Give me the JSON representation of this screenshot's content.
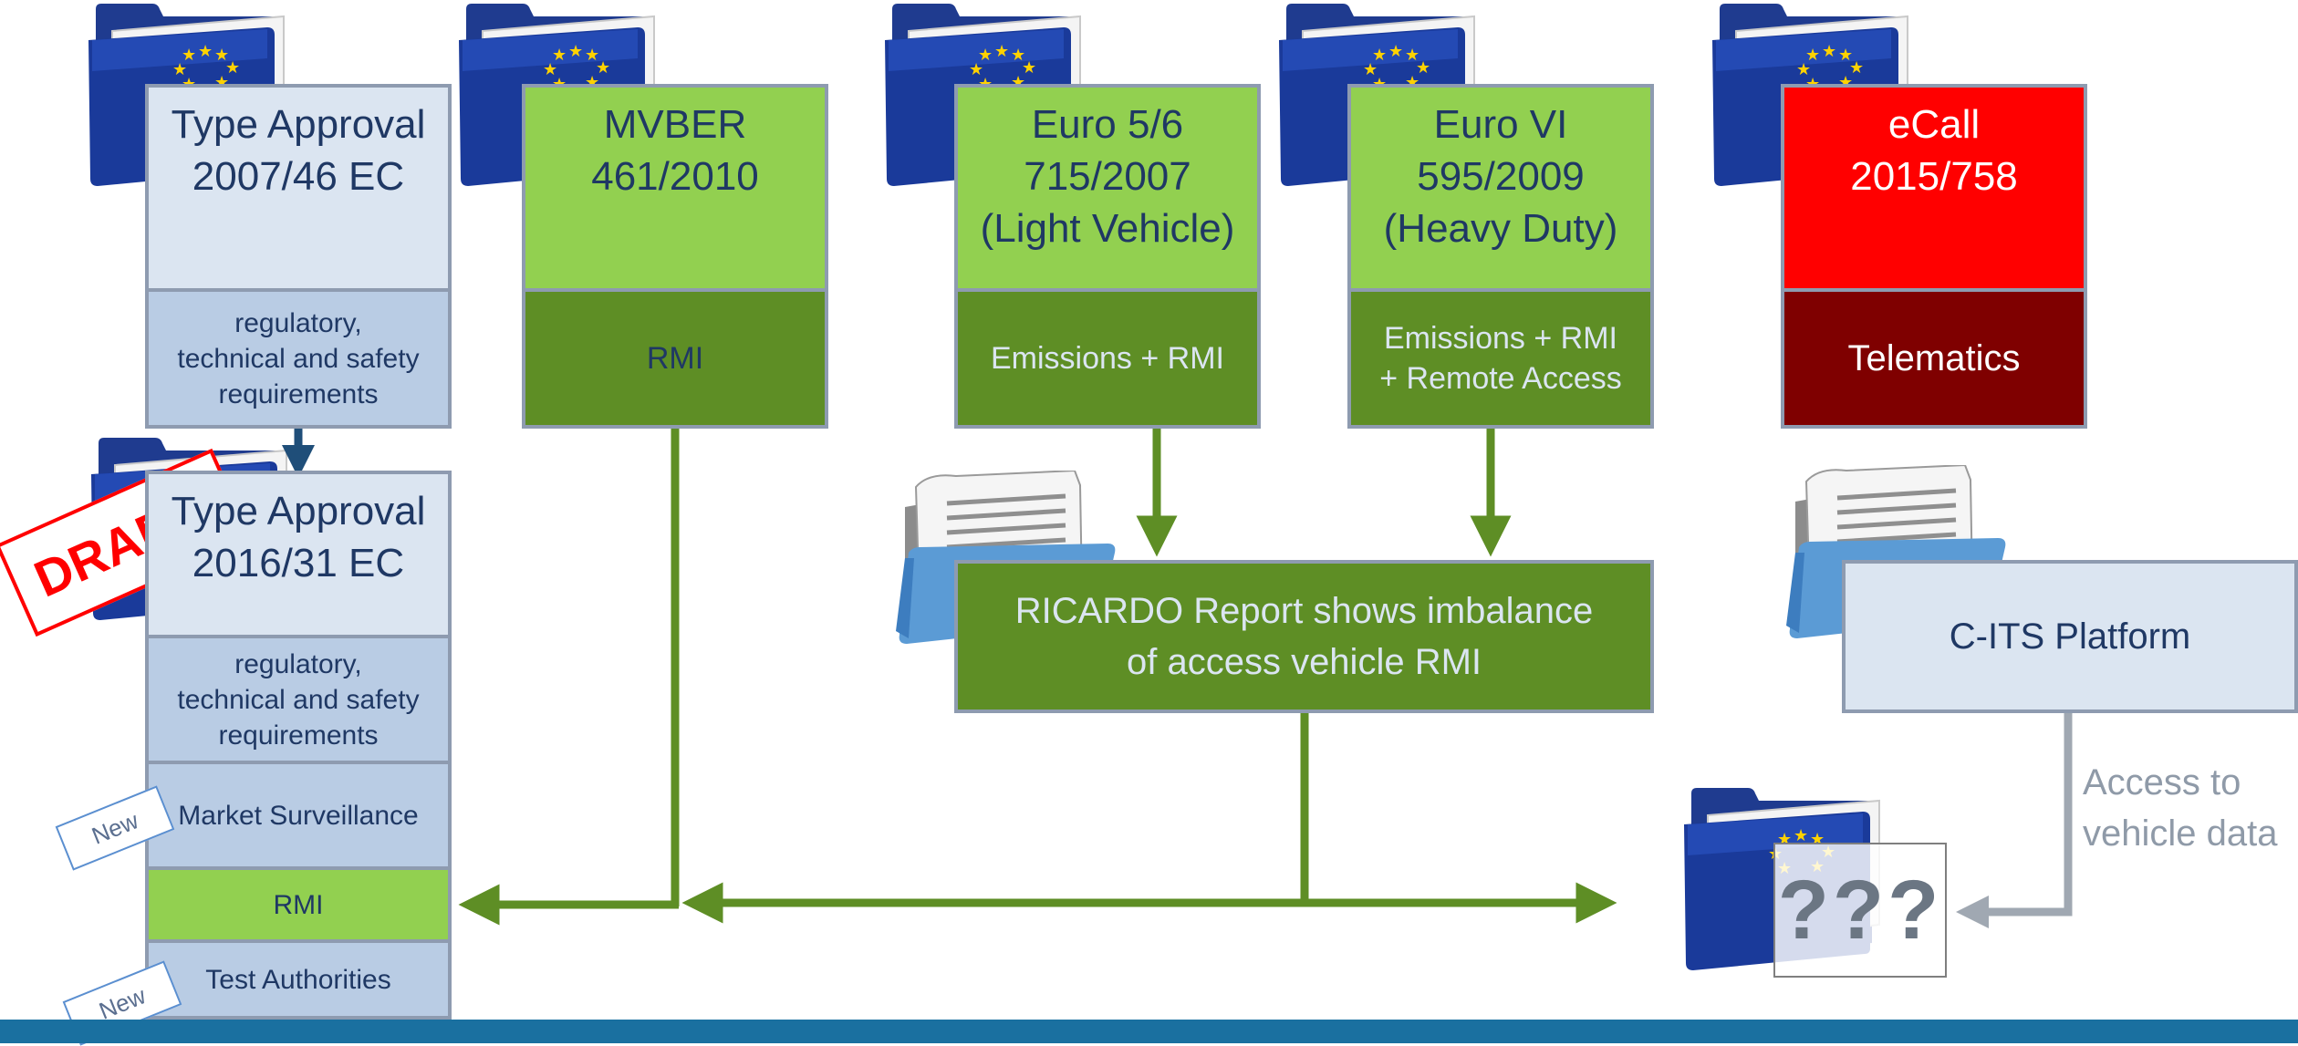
{
  "regulations": [
    {
      "id": "type-approval-2007",
      "title": "Type Approval\n2007/46 EC",
      "body": "regulatory,\ntechnical and safety\nrequirements"
    },
    {
      "id": "mvber",
      "title": "MVBER\n461/2010",
      "body": "RMI"
    },
    {
      "id": "euro56",
      "title": "Euro 5/6\n715/2007\n(Light Vehicle)",
      "body": "Emissions + RMI"
    },
    {
      "id": "eurovi",
      "title": "Euro VI\n595/2009\n(Heavy Duty)",
      "body": "Emissions + RMI\n+ Remote Access"
    },
    {
      "id": "ecall",
      "title": "eCall\n2015/758",
      "body": "Telematics"
    }
  ],
  "draft_regulation": {
    "title": "Type Approval\n2016/31 EC",
    "requirements": "regulatory,\ntechnical and safety\nrequirements",
    "market_surveillance": "Market Surveillance",
    "rmi": "RMI",
    "test_authorities": "Test Authorities",
    "stamp": "DRAFT",
    "new_tag": "New"
  },
  "report": "RICARDO Report shows imbalance\nof access vehicle RMI",
  "platform": "C-ITS Platform",
  "access_label": "Access to\nvehicle data",
  "unknown_regulation": "???",
  "colors": {
    "navy_text": "#1f3864",
    "light_blue": "#dbe5f1",
    "mid_blue": "#b9cce4",
    "light_green": "#92d050",
    "dark_green": "#5e8e25",
    "red": "#ff0000",
    "dark_red": "#7f0000",
    "arrow_green": "#5e8e25",
    "arrow_grey": "#a0a8b2",
    "footer": "#1a70a0"
  },
  "icons": {
    "eu_folder": "eu-folder-icon",
    "document_folder": "document-folder-icon"
  }
}
